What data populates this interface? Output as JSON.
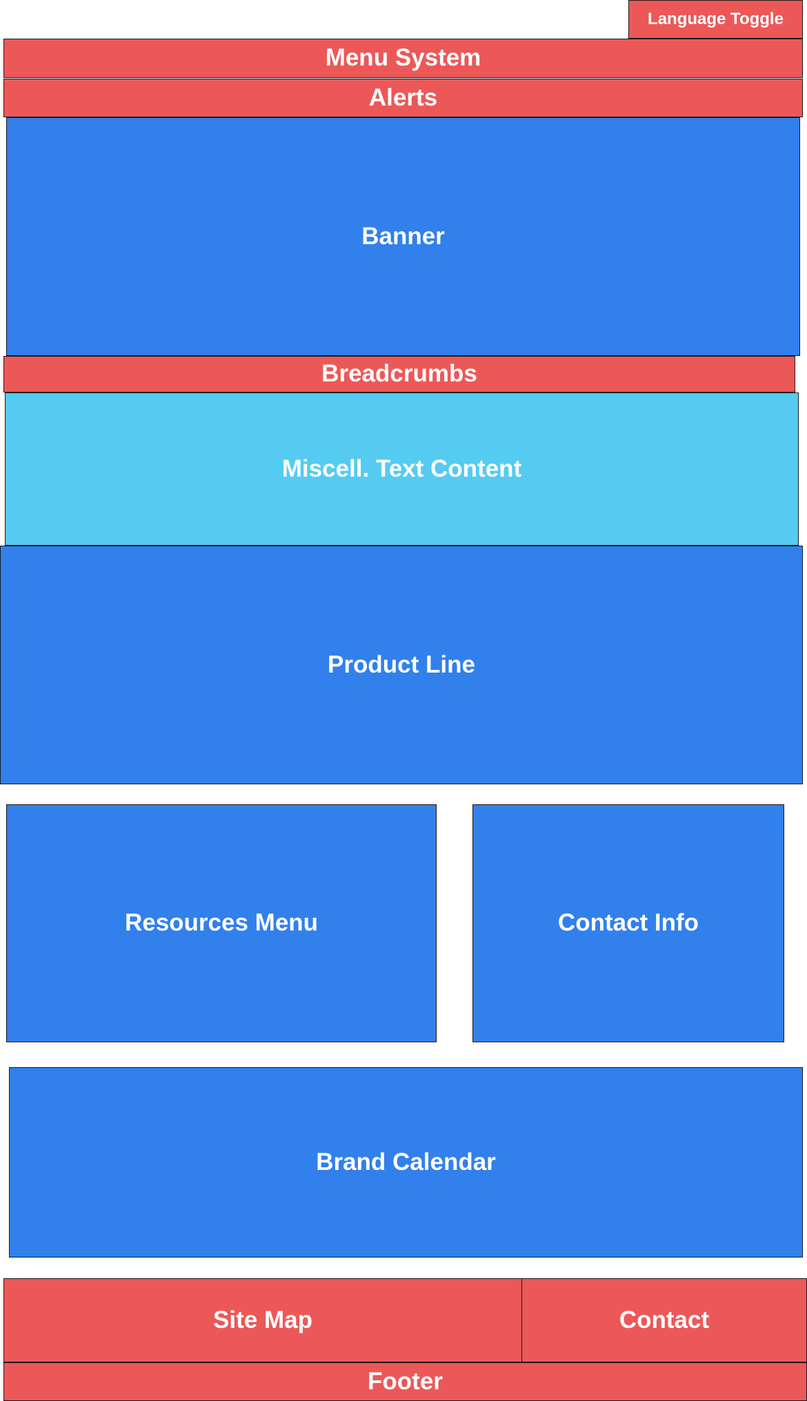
{
  "colors": {
    "red": "#ec5858",
    "blue": "#3180ec",
    "light_blue": "#55cbf2",
    "label": "#ffffff",
    "border": "#1a1a1a"
  },
  "header": {
    "language_toggle": "Language Toggle",
    "menu_system": "Menu System",
    "alerts": "Alerts"
  },
  "main": {
    "banner": "Banner",
    "breadcrumbs": "Breadcrumbs",
    "misc_text": "Miscell. Text Content",
    "product_line": "Product Line",
    "resources_menu": "Resources Menu",
    "contact_info": "Contact Info",
    "brand_calendar": "Brand Calendar"
  },
  "footer": {
    "site_map": "Site Map",
    "contact": "Contact",
    "footer": "Footer"
  }
}
